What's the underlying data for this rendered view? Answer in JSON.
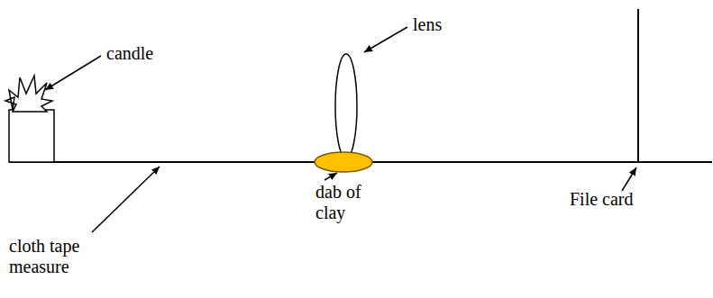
{
  "diagram": {
    "labels": [
      "candle",
      "lens",
      "cloth tape measure",
      "dab of clay",
      "File card"
    ]
  }
}
